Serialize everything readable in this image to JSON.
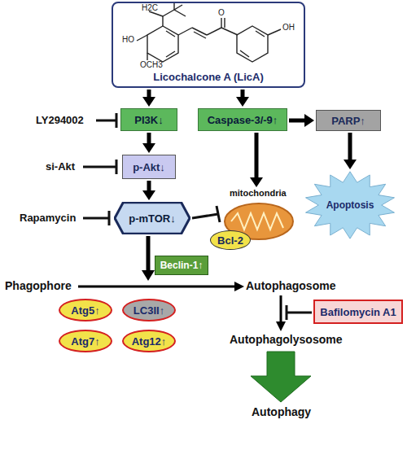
{
  "diagram": {
    "nodes": [
      {
        "text": [
          "Licochalcone A (LicA)"
        ]
      },
      {
        "text": [
          "PI3K↓"
        ]
      },
      {
        "text": [
          "Caspase-3/-9↑"
        ]
      },
      {
        "text": [
          "PARP↑"
        ]
      },
      {
        "text": [
          "p-Akt↓"
        ]
      },
      {
        "text": [
          "p-mTOR↓"
        ]
      },
      {
        "text": [
          "Bcl-2"
        ]
      },
      {
        "text": [
          "Apoptosis"
        ]
      },
      {
        "text": [
          "Beclin-1↑"
        ]
      },
      {
        "text": [
          "Atg5↑"
        ]
      },
      {
        "text": [
          "LC3II↑"
        ]
      },
      {
        "text": [
          "Atg7↑"
        ]
      },
      {
        "text": [
          "Atg12↑"
        ]
      },
      {
        "text": [
          "Bafilomycin A1"
        ]
      }
    ],
    "edges": [
      {
        "from": 0,
        "to": 1,
        "arrow": "to"
      },
      {
        "from": 0,
        "to": 2,
        "arrow": "to"
      },
      {
        "from": 2,
        "to": 3,
        "arrow": "to"
      },
      {
        "from": 1,
        "to": 4,
        "arrow": "to"
      },
      {
        "from": 4,
        "to": 5,
        "arrow": "to"
      },
      {
        "from": 3,
        "to": 7,
        "arrow": "to"
      }
    ],
    "labels": [
      "H2C",
      "HO",
      "O",
      "OH",
      "OCH3",
      "LY294002",
      "si-Akt",
      "Rapamycin",
      "mitochondria",
      "Phagophore",
      "Autophagosome",
      "Autophagolysosome",
      "Autophagy"
    ]
  }
}
